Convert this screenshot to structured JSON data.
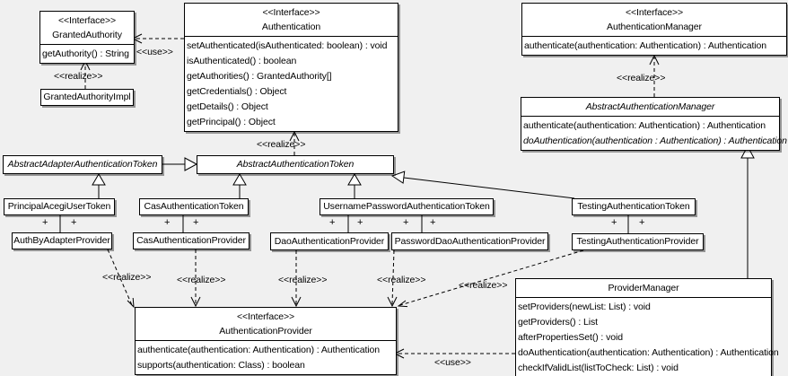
{
  "diagram": {
    "background_color": "#f0f0f0",
    "box_fill_color": "#ffffff",
    "line_color": "#000000",
    "labels": {
      "realize": "<<realize>>",
      "use": "<<use>>",
      "plus": "+"
    },
    "classes": {
      "granted_authority": {
        "stereotype": "<<Interface>>",
        "name": "GrantedAuthority",
        "methods": [
          "getAuthority() : String"
        ]
      },
      "granted_authority_impl": {
        "name": "GrantedAuthorityImpl"
      },
      "authentication": {
        "stereotype": "<<Interface>>",
        "name": "Authentication",
        "methods": [
          "setAuthenticated(isAuthenticated: boolean) : void",
          "isAuthenticated() : boolean",
          "getAuthorities() : GrantedAuthority[]",
          "getCredentials() : Object",
          "getDetails() : Object",
          "getPrincipal() : Object"
        ]
      },
      "authentication_manager": {
        "stereotype": "<<Interface>>",
        "name": "AuthenticationManager",
        "methods": [
          "authenticate(authentication: Authentication) : Authentication"
        ]
      },
      "abstract_authentication_manager": {
        "name": "AbstractAuthenticationManager",
        "methods": [
          "authenticate(authentication: Authentication) : Authentication",
          "doAuthentication(authentication : Authentication) : Authentication"
        ]
      },
      "abstract_adapter_authentication_token": {
        "name": "AbstractAdapterAuthenticationToken"
      },
      "abstract_authentication_token": {
        "name": "AbstractAuthenticationToken"
      },
      "principal_acegi_user_token": {
        "name": "PrincipalAcegiUserToken"
      },
      "cas_authentication_token": {
        "name": "CasAuthenticationToken"
      },
      "username_password_authentication_token": {
        "name": "UsernamePasswordAuthenticationToken"
      },
      "testing_authentication_token": {
        "name": "TestingAuthenticationToken"
      },
      "auth_by_adapter_provider": {
        "name": "AuthByAdapterProvider"
      },
      "cas_authentication_provider": {
        "name": "CasAuthenticationProvider"
      },
      "dao_authentication_provider": {
        "name": "DaoAuthenticationProvider"
      },
      "password_dao_authentication_provider": {
        "name": "PasswordDaoAuthenticationProvider"
      },
      "testing_authentication_provider": {
        "name": "TestingAuthenticationProvider"
      },
      "authentication_provider": {
        "stereotype": "<<Interface>>",
        "name": "AuthenticationProvider",
        "methods": [
          "authenticate(authentication: Authentication) : Authentication",
          "supports(authentication: Class) : boolean"
        ]
      },
      "provider_manager": {
        "name": "ProviderManager",
        "methods": [
          "setProviders(newList: List) : void",
          "getProviders() : List",
          "afterPropertiesSet() : void",
          "doAuthentication(authentication: Authentication) : Authentication",
          "checkIfValidList(listToCheck: List) : void"
        ]
      }
    }
  }
}
